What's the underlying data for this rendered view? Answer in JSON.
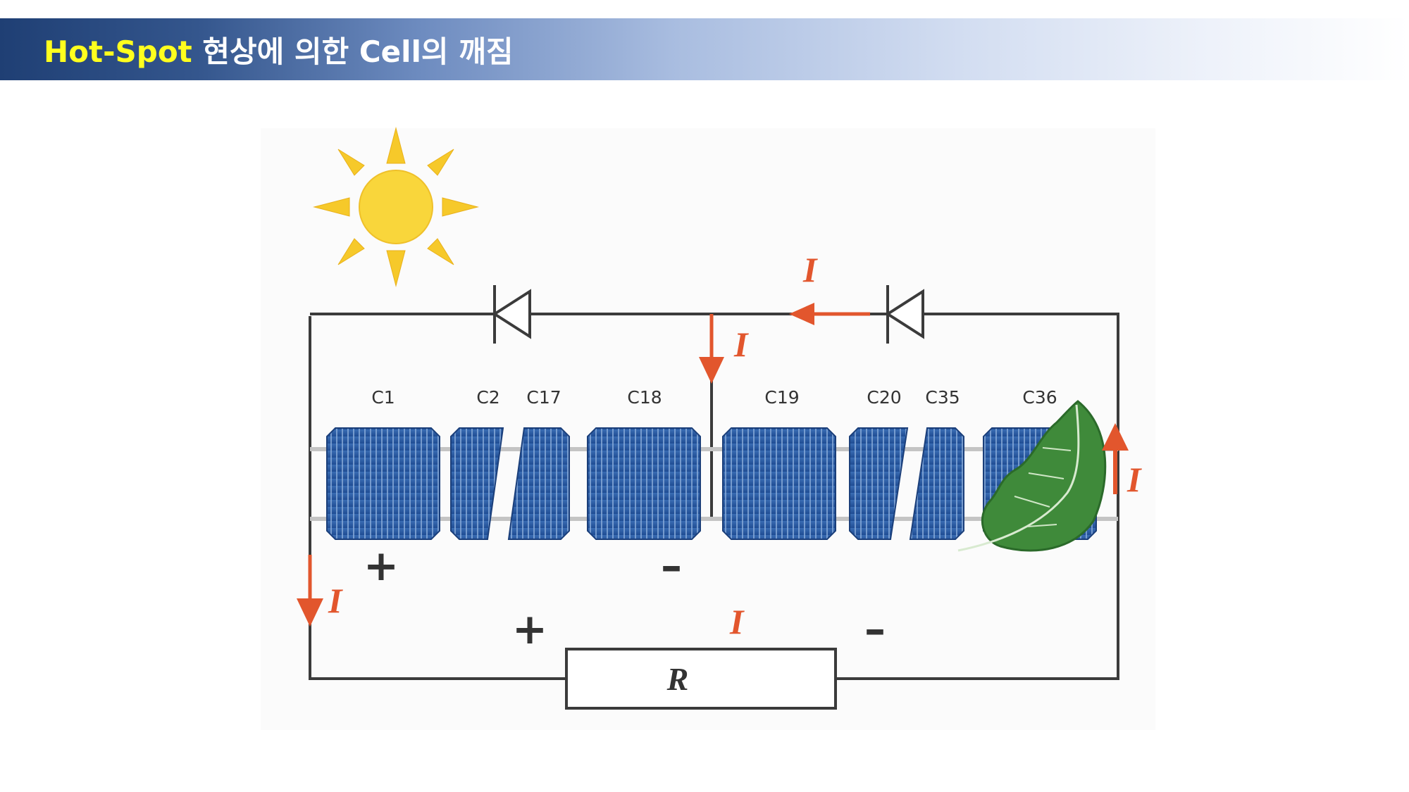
{
  "title": {
    "highlight": "Hot-Spot",
    "rest": " 현상에 의한 Cell의 깨짐"
  },
  "cells": [
    "C1",
    "C2",
    "C17",
    "C18",
    "C19",
    "C20",
    "C35",
    "C36"
  ],
  "current_label": "I",
  "signs": {
    "plus": "+",
    "minus": "–"
  },
  "resistor_label": "R",
  "colors": {
    "accent": "#e2562d",
    "title_highlight": "#ffff1e",
    "title_bar": "#1f3f74",
    "cell": "#2d5fa8",
    "leaf": "#3f8a3a",
    "sun": "#f6c92a"
  }
}
